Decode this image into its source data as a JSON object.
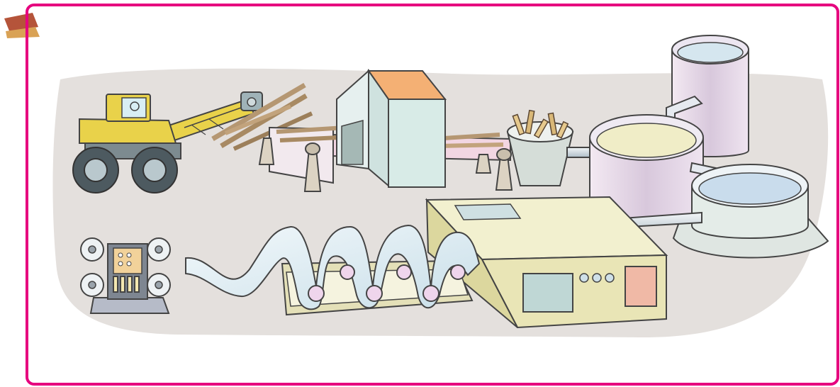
{
  "figure": {
    "border_color": "#e6007e",
    "background_color": "#ffffff",
    "ground_color": "#e4e0dd",
    "corner_tab_colors": [
      "#b5543a",
      "#d9a255"
    ],
    "stages": [
      {
        "name": "log-loader",
        "icon": "truck-crane-icon"
      },
      {
        "name": "debarker-drum",
        "icon": "house-machine-icon"
      },
      {
        "name": "wood-chips-hopper",
        "icon": "hopper-icon"
      },
      {
        "name": "pulp-digester-vats",
        "icon": "vat-icon"
      },
      {
        "name": "headbox-machine",
        "icon": "control-box-icon"
      },
      {
        "name": "drying-rollers",
        "icon": "roller-icon"
      },
      {
        "name": "paper-reel",
        "icon": "reel-icon"
      }
    ]
  }
}
